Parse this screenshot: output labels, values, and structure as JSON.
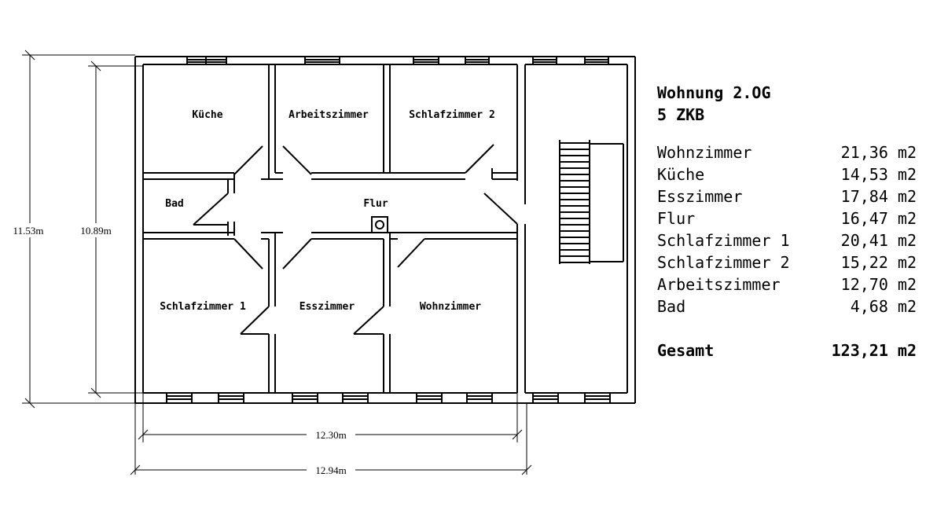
{
  "plan": {
    "rooms": {
      "kueche": "Küche",
      "arbeitszimmer": "Arbeitszimmer",
      "schlafzimmer2": "Schlafzimmer 2",
      "bad": "Bad",
      "flur": "Flur",
      "schlafzimmer1": "Schlafzimmer 1",
      "esszimmer": "Esszimmer",
      "wohnzimmer": "Wohnzimmer"
    },
    "dimensions": {
      "outer_height": "11.53m",
      "inner_height": "10.89m",
      "inner_width": "12.30m",
      "outer_width": "12.94m"
    }
  },
  "summary": {
    "title_line1": "Wohnung 2.OG",
    "title_line2": "5 ZKB",
    "rooms": [
      {
        "name": "Wohnzimmer",
        "area": "21,36 m2"
      },
      {
        "name": "Küche",
        "area": "14,53 m2"
      },
      {
        "name": "Esszimmer",
        "area": "17,84 m2"
      },
      {
        "name": "Flur",
        "area": "16,47 m2"
      },
      {
        "name": "Schlafzimmer 1",
        "area": "20,41 m2"
      },
      {
        "name": "Schlafzimmer 2",
        "area": "15,22 m2"
      },
      {
        "name": "Arbeitszimmer",
        "area": "12,70 m2"
      },
      {
        "name": "Bad",
        "area": "4,68 m2"
      }
    ],
    "total_label": "Gesamt",
    "total_area": "123,21 m2"
  }
}
